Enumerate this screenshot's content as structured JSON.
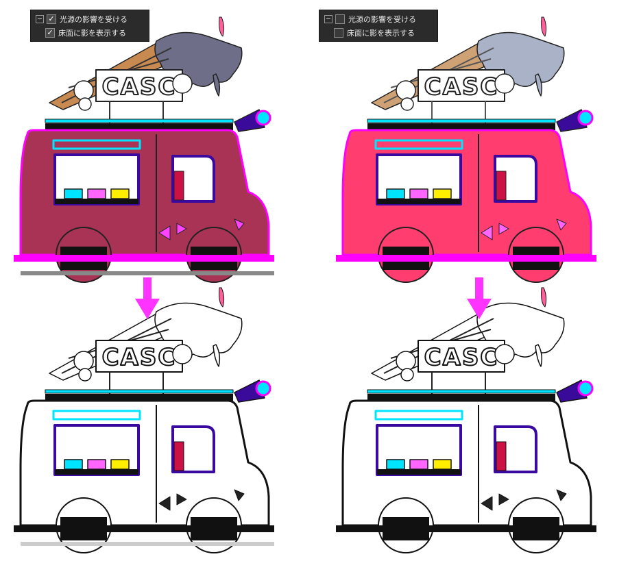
{
  "panels": [
    {
      "items": [
        {
          "label": "光源の影響を受ける",
          "checked": true,
          "check_glyph": "✓"
        },
        {
          "label": "床面に影を表示する",
          "checked": true,
          "check_glyph": "✓"
        }
      ]
    },
    {
      "items": [
        {
          "label": "光源の影響を受ける",
          "checked": false,
          "check_glyph": ""
        },
        {
          "label": "床面に影を表示する",
          "checked": false,
          "check_glyph": ""
        }
      ]
    }
  ],
  "truck_sign_text": "CASC",
  "colors": {
    "body_shaded": "#a83355",
    "body_flat": "#ff3d6e",
    "magenta": "#ff00ff",
    "cyan": "#00e5ff",
    "arrow": "#ff33ff",
    "panel_bg": "#2b2b2b",
    "cone": "#c98a52"
  }
}
